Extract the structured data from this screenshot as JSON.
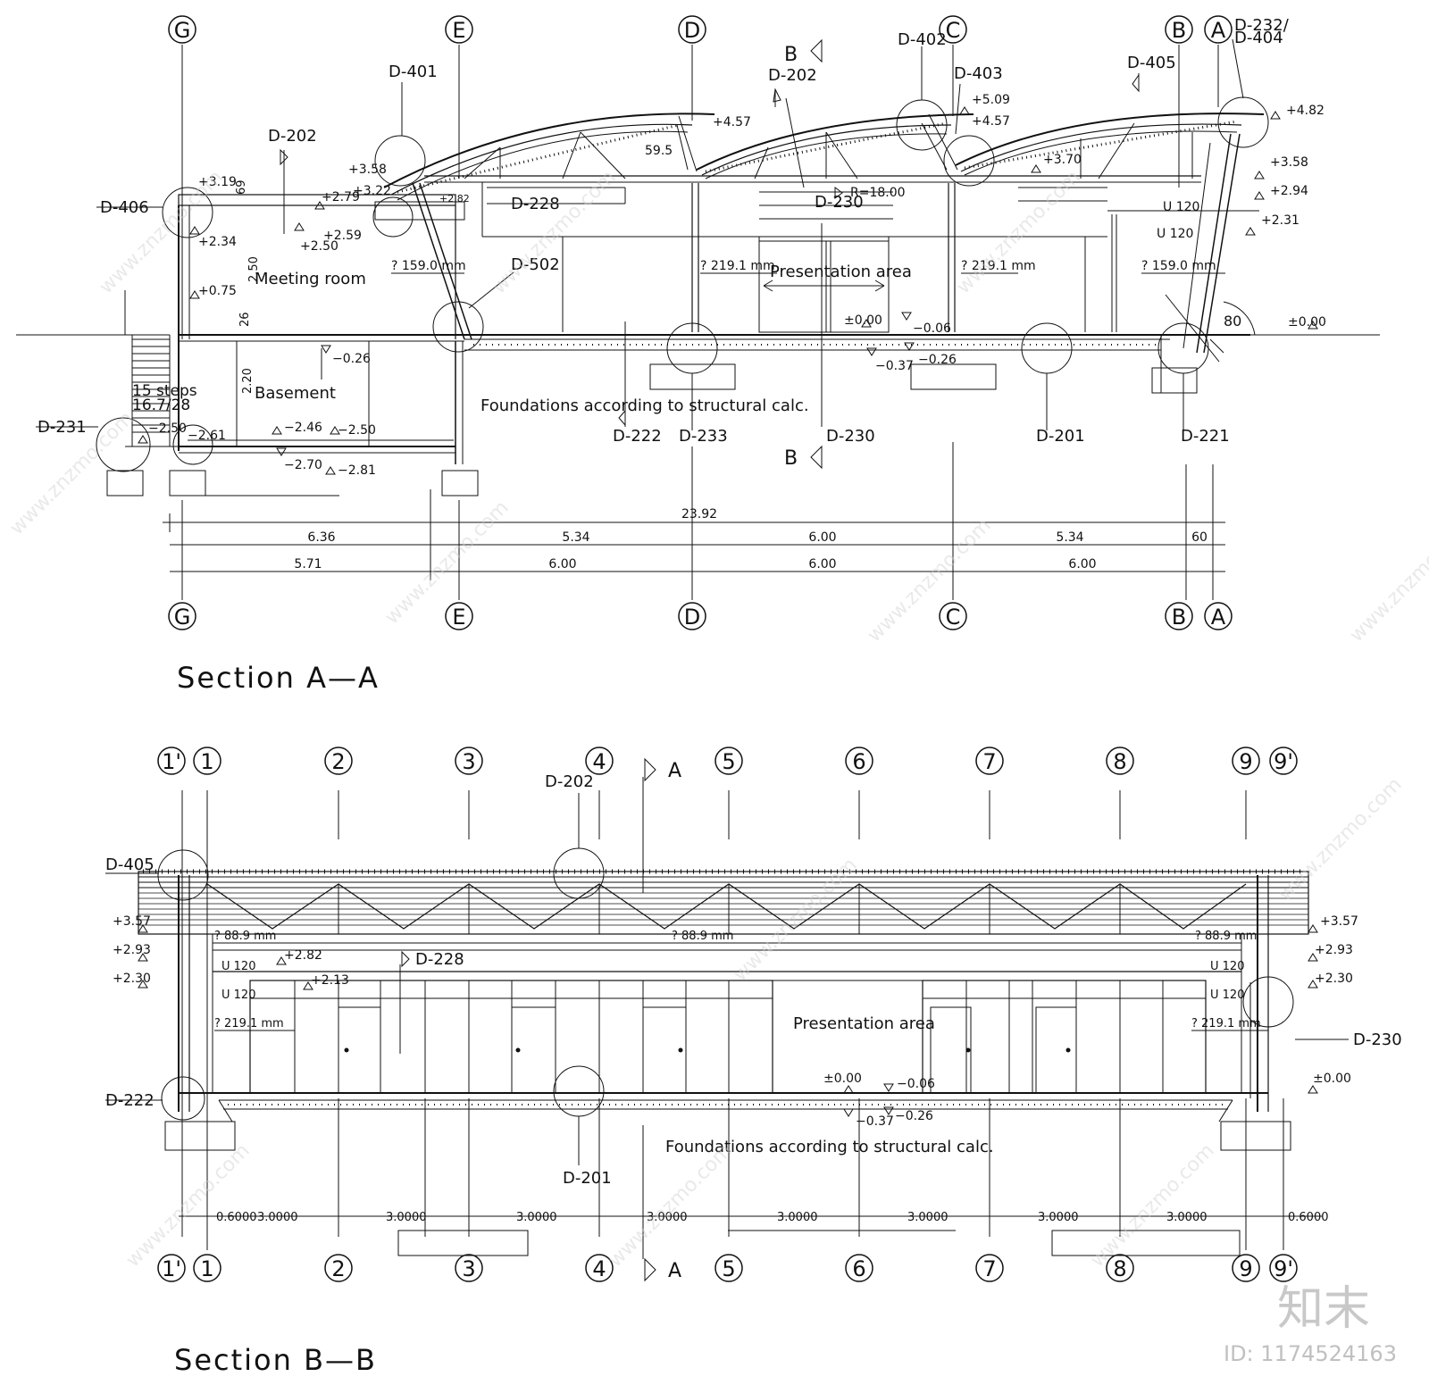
{
  "sectionA": {
    "title": "Section A—A",
    "grid": [
      "G",
      "E",
      "D",
      "C",
      "B",
      "A"
    ],
    "details": {
      "d202": "D-202",
      "d401": "D-401",
      "d402": "D-402",
      "d403": "D-403",
      "d405": "D-405",
      "d232": "D-232/",
      "d404": "D-404",
      "d406": "D-406",
      "d502": "D-502",
      "d228": "D-228",
      "d230a": "D-230",
      "d231": "D-231",
      "d222": "D-222",
      "d233": "D-233",
      "d230b": "D-230",
      "d201": "D-201",
      "d221": "D-221"
    },
    "section_marks": [
      "B",
      "B"
    ],
    "rooms": {
      "meeting": "Meeting room",
      "basement": "Basement",
      "presentation": "Presentation area",
      "steps1": "15 steps",
      "steps2": "16.7/28",
      "foundations": "Foundations according to structural calc."
    },
    "levels": {
      "l319": "+3.19",
      "l279": "+2.79",
      "l259": "+2.59",
      "l250": "+2.50",
      "l234": "+2.34",
      "l075": "+0.75",
      "l358": "+3.58",
      "l322": "+3.22",
      "l282": "+2.82",
      "l457a": "+4.57",
      "l509": "+5.09",
      "l457b": "+4.57",
      "l370": "+3.70",
      "l482": "+4.82",
      "l358b": "+3.58",
      "l294": "+2.94",
      "l231": "+2.31",
      "l000a": "±0.00",
      "l000b": "±0.00",
      "m006": "−0.06",
      "m026a": "−0.26",
      "m037": "−0.37",
      "m026b": "−0.26",
      "m246": "−2.46",
      "m250a": "−2.50",
      "m250b": "−2.50",
      "m261": "−2.61",
      "m270": "−2.70",
      "m281": "−2.81"
    },
    "annotations": {
      "dia159a": "? 159.0 mm",
      "dia219a": "? 219.1 mm",
      "dia219b": "? 219.1 mm",
      "dia159b": "? 159.0 mm",
      "u120a": "U 120",
      "u120b": "U 120",
      "r18": "R=18.00",
      "ang595": "59.5",
      "ang80": "80",
      "h250": "2.50",
      "h220": "2.20",
      "h26": "26",
      "h69": "69"
    },
    "dimensions": {
      "total": "23.92",
      "row1": [
        "6.36",
        "5.34",
        "6.00",
        "5.34",
        "60"
      ],
      "row2": [
        "5.71",
        "6.00",
        "6.00",
        "6.00"
      ]
    }
  },
  "sectionB": {
    "title": "Section B—B",
    "grid": [
      "1'",
      "1",
      "2",
      "3",
      "4",
      "5",
      "6",
      "7",
      "8",
      "9",
      "9'"
    ],
    "details": {
      "d202": "D-202",
      "d405": "D-405",
      "d228": "D-228",
      "d222": "D-222",
      "d230": "D-230",
      "d201": "D-201"
    },
    "section_marks": [
      "A",
      "A"
    ],
    "rooms": {
      "presentation": "Presentation area",
      "foundations": "Foundations according to structural calc."
    },
    "levels": {
      "l357a": "+3.57",
      "l293a": "+2.93",
      "l230a": "+2.30",
      "l282": "+2.82",
      "l213": "+2.13",
      "l357b": "+3.57",
      "l293b": "+2.93",
      "l230b": "+2.30",
      "l000a": "±0.00",
      "l000b": "±0.00",
      "m006": "−0.06",
      "m037": "−0.37",
      "m026": "−0.26"
    },
    "annotations": {
      "dia889a": "? 88.9 mm",
      "dia889b": "? 88.9 mm",
      "dia889c": "? 88.9 mm",
      "u120a": "U 120",
      "u120b": "U 120",
      "u120c": "U 120",
      "u120d": "U 120",
      "dia219a": "? 219.1 mm",
      "dia219b": "? 219.1 mm"
    },
    "dimensions": [
      "0.6000",
      "3.0000",
      "3.0000",
      "3.0000",
      "3.0000",
      "3.0000",
      "3.0000",
      "3.0000",
      "3.0000",
      "0.6000"
    ]
  },
  "watermark": {
    "text": "www.znzmo.com",
    "logo": "知末",
    "id": "ID: 1174524163"
  }
}
